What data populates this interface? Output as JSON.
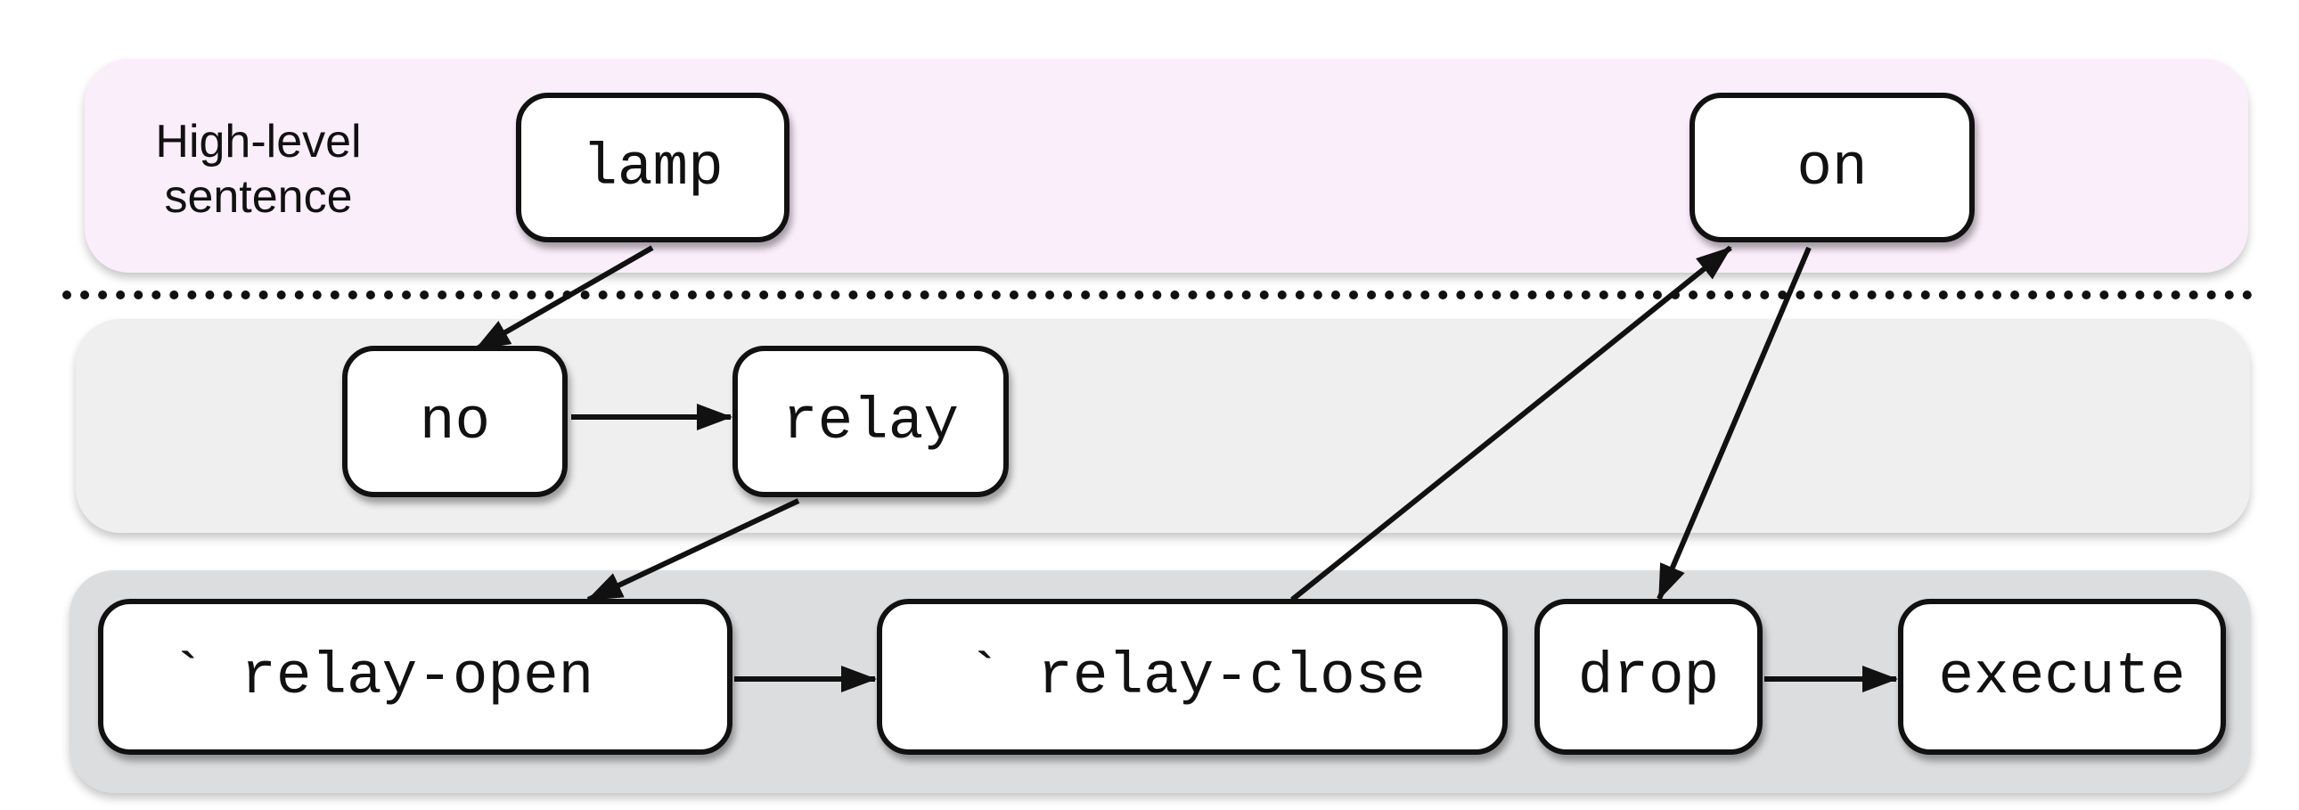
{
  "bands": {
    "top_label": "High-level sentence"
  },
  "nodes": {
    "lamp": "lamp",
    "on": "on",
    "no": "no",
    "relay": "relay",
    "relay_open": "` relay-open",
    "relay_close": "` relay-close",
    "drop": "drop",
    "execute": "execute"
  },
  "colors": {
    "top_band": "#fbeefb",
    "middle_band": "#eeefee",
    "bottom_band": "#dcdddf",
    "stroke": "#111111"
  },
  "edges": [
    {
      "from": "lamp",
      "to": "no"
    },
    {
      "from": "no",
      "to": "relay"
    },
    {
      "from": "relay",
      "to": "relay_open"
    },
    {
      "from": "relay_open",
      "to": "relay_close"
    },
    {
      "from": "relay_close",
      "to": "on"
    },
    {
      "from": "on",
      "to": "drop"
    },
    {
      "from": "drop",
      "to": "execute"
    }
  ]
}
